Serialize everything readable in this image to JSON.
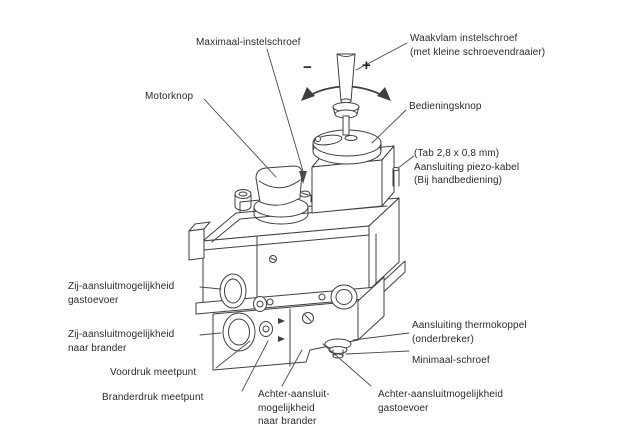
{
  "diagram": {
    "colors": {
      "background": "#ffffff",
      "line_art": "#3f3f3f",
      "leader_lines": "#4a4a4a",
      "text": "#2b2b2b"
    },
    "screwdriver": {
      "minus_symbol": "−",
      "plus_symbol": "+"
    },
    "labels": {
      "maximaal": {
        "line1": "Maximaal-instelschroef"
      },
      "waakvlam": {
        "line1": "Waakvlam instelschroef",
        "line2": "(met kleine schroevendraaier)"
      },
      "motorknop": {
        "line1": "Motorknop"
      },
      "bedieningsknop": {
        "line1": "Bedieningsknop"
      },
      "piezo": {
        "line1": "(Tab 2,8 x 0,8 mm)",
        "line2": "Aansluiting piezo-kabel",
        "line3": "(Bij handbediening)"
      },
      "zij_gastoevoer": {
        "line1": "Zij-aansluitmogelijkheid",
        "line2": "gastoevoer"
      },
      "zij_brander": {
        "line1": "Zij-aansluitmogelijkheid",
        "line2": "naar brander"
      },
      "voordruk": {
        "line1": "Voordruk meetpunt"
      },
      "branderdruk": {
        "line1": "Branderdruk meetpunt"
      },
      "achter_brander": {
        "line1": "Achter-aansluit-",
        "line2": "mogelijkheid",
        "line3": "naar brander"
      },
      "achter_gastoevoer": {
        "line1": "Achter-aansluitmogelijkheid",
        "line2": "gastoevoer"
      },
      "thermokoppel": {
        "line1": "Aansluiting thermokoppel",
        "line2": "(onderbreker)"
      },
      "minimaal": {
        "line1": "Minimaal-schroef"
      }
    }
  }
}
